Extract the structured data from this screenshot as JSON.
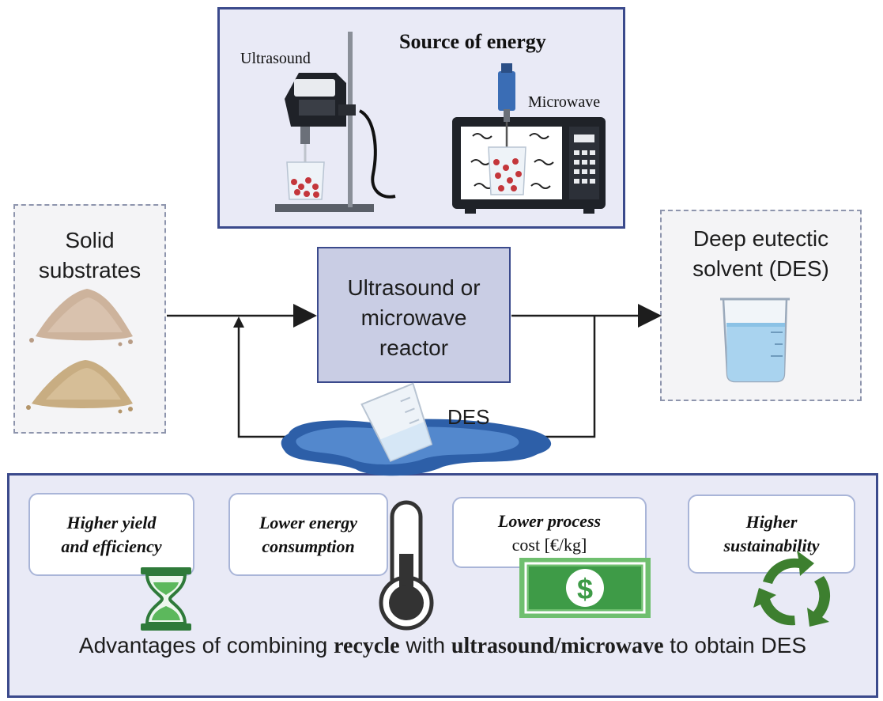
{
  "energy_source": {
    "title": "Source of energy",
    "ultrasound_label": "Ultrasound",
    "microwave_label": "Microwave"
  },
  "input": {
    "line1": "Solid",
    "line2": "substrates"
  },
  "reactor": {
    "line1": "Ultrasound or",
    "line2": "microwave",
    "line3": "reactor"
  },
  "output": {
    "line1": "Deep eutectic",
    "line2": "solvent (DES)"
  },
  "recycle_label": "DES",
  "advantages": {
    "cards": [
      {
        "line1": "Higher yield",
        "line2": "and efficiency",
        "icon": "hourglass-icon"
      },
      {
        "line1": "Lower energy",
        "line2": "consumption",
        "icon": "thermometer-icon"
      },
      {
        "line1": "Lower process",
        "line2": "cost [€/kg]",
        "icon": "money-icon"
      },
      {
        "line1": "Higher",
        "line2": "sustainability",
        "icon": "recycle-icon"
      }
    ],
    "footer": {
      "part1": "Advantages of combining ",
      "bold1": "recycle",
      "part2": " with ",
      "bold2": "ultrasound/microwave",
      "part3": " to obtain DES"
    }
  },
  "colors": {
    "frame": "#3b4a8c",
    "panel": "#e9eaf6",
    "reactor": "#c9cde4",
    "green": "#3d8b3d",
    "water": "#a9d3ef"
  }
}
